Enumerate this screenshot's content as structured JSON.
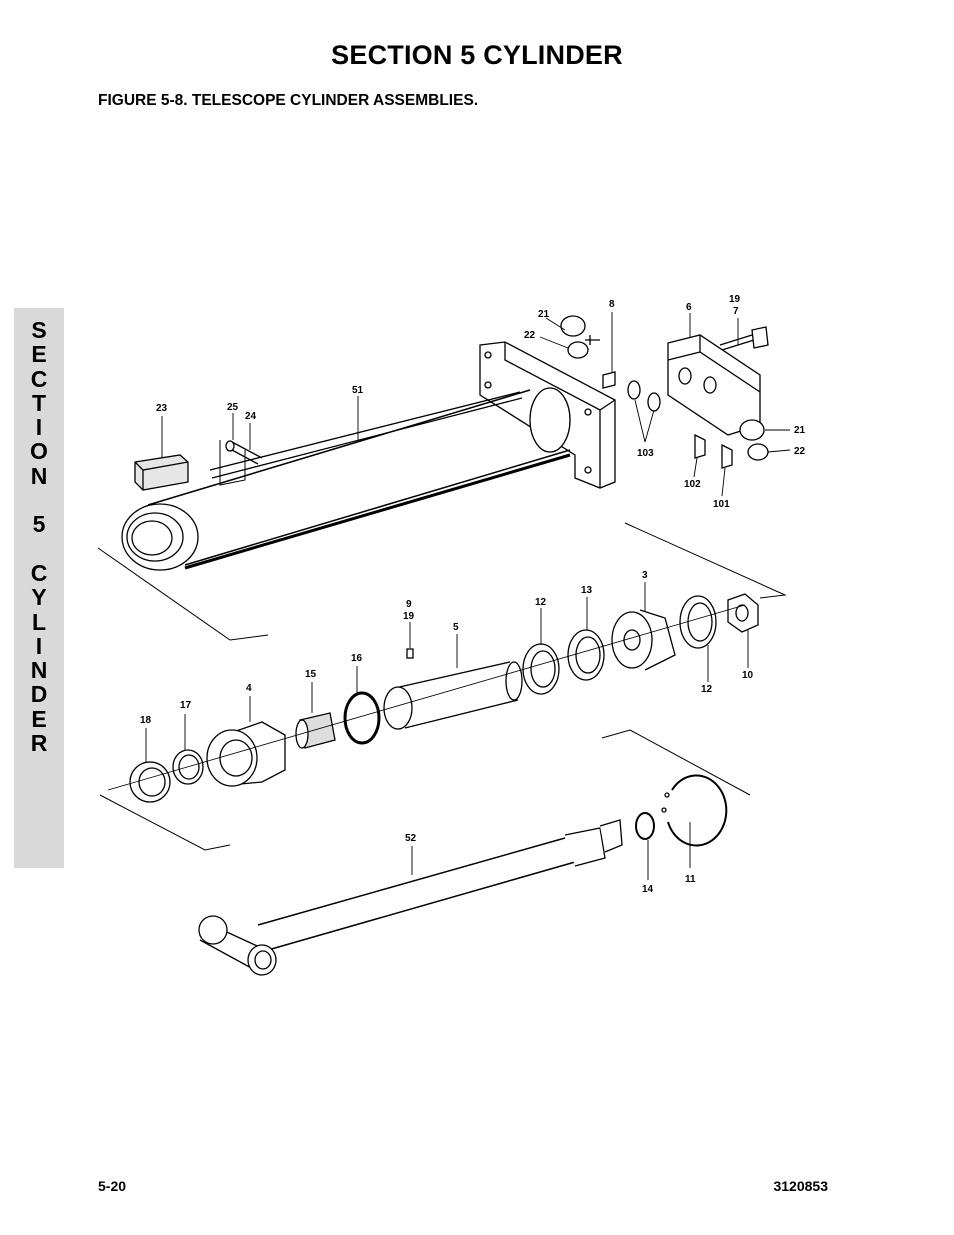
{
  "header": {
    "section_title": "SECTION 5  CYLINDER",
    "figure_title": "FIGURE 5-8.    TELESCOPE CYLINDER ASSEMBLIES."
  },
  "side_tab": {
    "text": "S\nE\nC\nT\nI\nO\nN\n\n5\n\nC\nY\nL\nI\nN\nD\nE\nR"
  },
  "callouts": {
    "c21a": "21",
    "c22a": "22",
    "c8": "8",
    "c6": "6",
    "c19a": "19",
    "c7": "7",
    "c51": "51",
    "c23": "23",
    "c25": "25",
    "c24": "24",
    "c103": "103",
    "c21b": "21",
    "c22b": "22",
    "c102": "102",
    "c101": "101",
    "c3": "3",
    "c13": "13",
    "c12a": "12",
    "c9": "9",
    "c19b": "19",
    "c5": "5",
    "c16": "16",
    "c15": "15",
    "c4": "4",
    "c17": "17",
    "c18": "18",
    "c12b": "12",
    "c10": "10",
    "c52": "52",
    "c14": "14",
    "c11": "11"
  },
  "footer": {
    "page_number": "5-20",
    "doc_number": "3120853"
  }
}
